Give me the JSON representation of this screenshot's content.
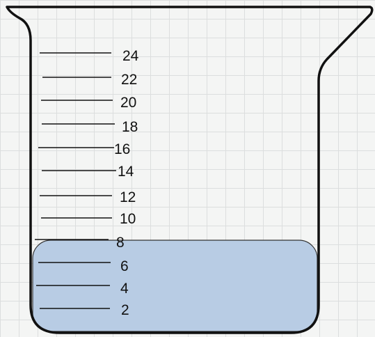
{
  "diagram": {
    "liquid_color": "#b8cce4",
    "outline_color": "#111111",
    "liquid_level": 8,
    "graduations": [
      {
        "value": 24,
        "label": "24"
      },
      {
        "value": 22,
        "label": "22"
      },
      {
        "value": 20,
        "label": "20"
      },
      {
        "value": 18,
        "label": "18"
      },
      {
        "value": 16,
        "label": "16"
      },
      {
        "value": 14,
        "label": "14"
      },
      {
        "value": 12,
        "label": "12"
      },
      {
        "value": 10,
        "label": "10"
      },
      {
        "value": 8,
        "label": "8"
      },
      {
        "value": 6,
        "label": "6"
      },
      {
        "value": 4,
        "label": "4"
      },
      {
        "value": 2,
        "label": "2"
      }
    ]
  }
}
